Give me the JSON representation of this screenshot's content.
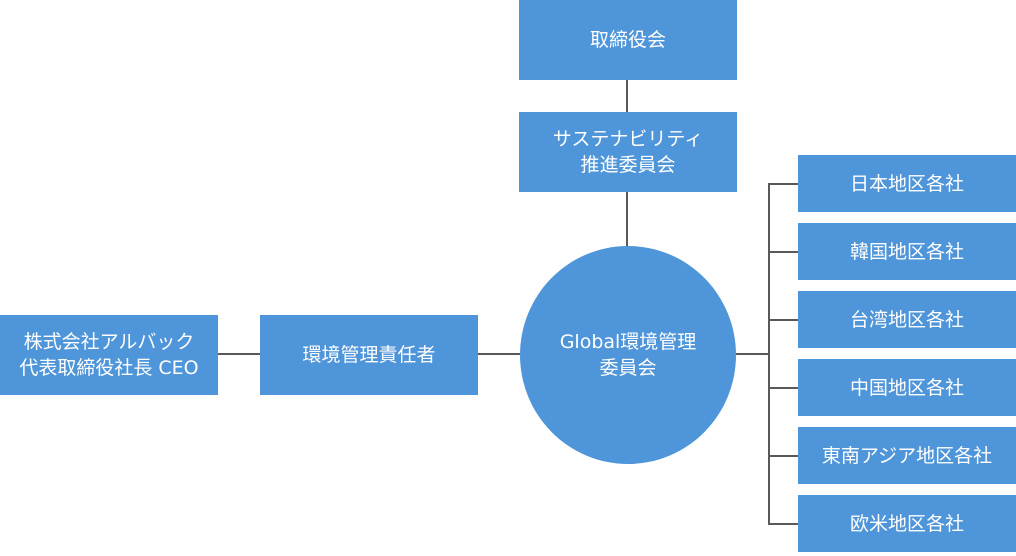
{
  "board": {
    "label": "取締役会"
  },
  "sustainability_committee": {
    "line1": "サステナビリティ",
    "line2": "推進委員会"
  },
  "ceo": {
    "line1": "株式会社アルバック",
    "line2": "代表取締役社長 CEO"
  },
  "env_manager": {
    "label": "環境管理責任者"
  },
  "global_committee": {
    "line1": "Global環境管理",
    "line2": "委員会"
  },
  "regions": [
    {
      "label": "日本地区各社"
    },
    {
      "label": "韓国地区各社"
    },
    {
      "label": "台湾地区各社"
    },
    {
      "label": "中国地区各社"
    },
    {
      "label": "東南アジア地区各社"
    },
    {
      "label": "欧米地区各社"
    }
  ],
  "colors": {
    "node_fill": "#4f95d9",
    "node_text": "#ffffff",
    "connector": "#595959"
  }
}
